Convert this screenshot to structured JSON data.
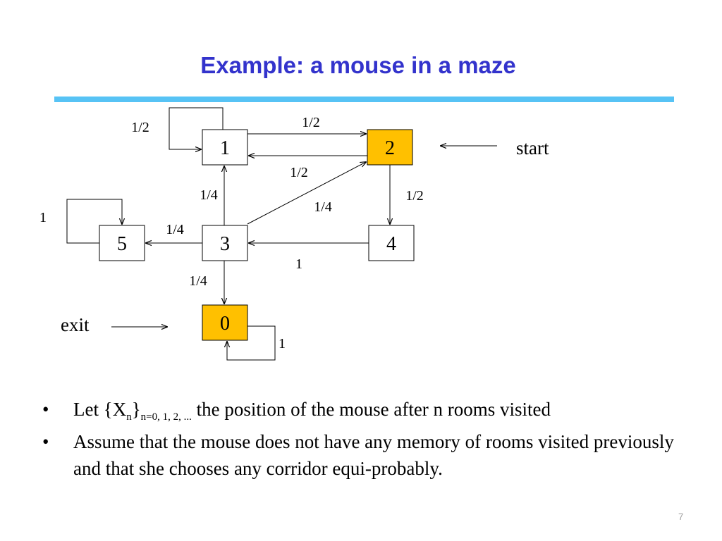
{
  "slide": {
    "title": "Example: a mouse in a maze",
    "page_number": "7",
    "colors": {
      "title": "#3333cc",
      "rule": "#57c3f5",
      "highlight_node": "#ffc000"
    }
  },
  "diagram": {
    "nodes": [
      {
        "id": "1",
        "label": "1",
        "highlighted": false
      },
      {
        "id": "2",
        "label": "2",
        "highlighted": true
      },
      {
        "id": "3",
        "label": "3",
        "highlighted": false
      },
      {
        "id": "4",
        "label": "4",
        "highlighted": false
      },
      {
        "id": "5",
        "label": "5",
        "highlighted": false
      },
      {
        "id": "0",
        "label": "0",
        "highlighted": true
      }
    ],
    "edges": [
      {
        "from": "1",
        "to": "1",
        "label": "1/2"
      },
      {
        "from": "1",
        "to": "2",
        "label": "1/2"
      },
      {
        "from": "2",
        "to": "1",
        "label": "1/2"
      },
      {
        "from": "2",
        "to": "4",
        "label": "1/2"
      },
      {
        "from": "3",
        "to": "1",
        "label": "1/4"
      },
      {
        "from": "3",
        "to": "2",
        "label": "1/4"
      },
      {
        "from": "3",
        "to": "5",
        "label": "1/4"
      },
      {
        "from": "3",
        "to": "0",
        "label": "1/4"
      },
      {
        "from": "4",
        "to": "3",
        "label": "1"
      },
      {
        "from": "5",
        "to": "5",
        "label": "1"
      },
      {
        "from": "0",
        "to": "0",
        "label": "1"
      }
    ],
    "start_label": "start",
    "exit_label": "exit"
  },
  "bullets": {
    "b1_pre": "Let {X",
    "b1_sub_n": "n",
    "b1_mid": "}",
    "b1_sub_range": "n=0, 1, 2, ...",
    "b1_post": " the position of the mouse after n rooms visited",
    "b2": "Assume that the mouse does not have any memory of rooms visited previously and that she chooses any corridor equi-probably."
  }
}
